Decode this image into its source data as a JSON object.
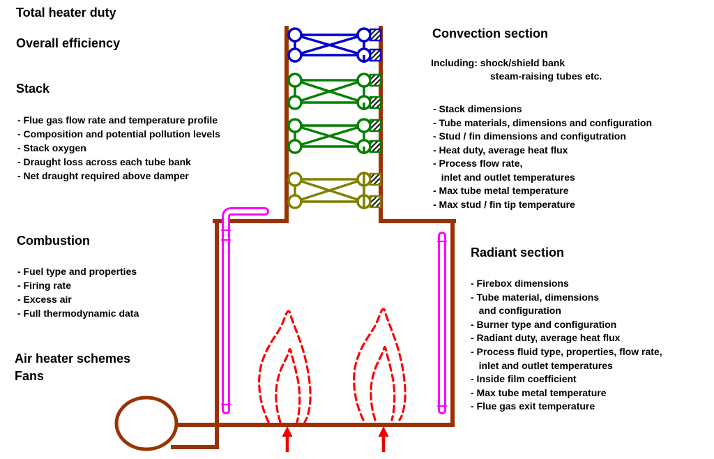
{
  "diagram": {
    "colors": {
      "structure": "#993305",
      "tube": "#FF00FF",
      "flame": "#FF0000",
      "arrow": "#EE0000",
      "text": "#000000"
    },
    "tube_banks": [
      {
        "name": "shock-shield-bank",
        "color": "#0000CC"
      },
      {
        "name": "convection-bank-1",
        "color": "#008000"
      },
      {
        "name": "convection-bank-2",
        "color": "#008000"
      },
      {
        "name": "steam-raising-bank",
        "color": "#7F7F00"
      }
    ]
  },
  "left_column": {
    "total_heater_duty": "Total heater duty",
    "overall_efficiency": "Overall efficiency",
    "stack": {
      "heading": "Stack",
      "items": [
        "- Flue gas flow rate and temperature profile",
        "- Composition and potential pollution levels",
        "- Stack oxygen",
        "- Draught loss across each tube bank",
        "- Net draught required above damper"
      ]
    },
    "combustion": {
      "heading": "Combustion",
      "items": [
        "- Fuel type and properties",
        "- Firing rate",
        "- Excess air",
        "- Full thermodynamic data"
      ]
    },
    "air_fans": {
      "lines": [
        "Air heater schemes",
        "Fans"
      ]
    }
  },
  "right_column": {
    "convection": {
      "heading": "Convection section",
      "including_line1": "Including: shock/shield bank",
      "including_line2": "steam-raising tubes etc.",
      "items": [
        "- Stack dimensions",
        "- Tube materials, dimensions and configuration",
        "- Stud / fin dimensions and configutration",
        "- Heat duty, average heat flux",
        "- Process flow rate,",
        "   inlet and outlet temperatures",
        "- Max tube metal temperature",
        "- Max stud / fin tip temperature"
      ]
    },
    "radiant": {
      "heading": "Radiant section",
      "items": [
        "- Firebox dimensions",
        "- Tube material, dimensions",
        "   and configuration",
        "- Burner type and configuration",
        "- Radiant duty, average heat flux",
        "- Process fluid type, properties, flow rate,",
        "   inlet and outlet temperatures",
        "- Inside film coefficient",
        "- Max tube metal temperature",
        "- Flue gas exit temperature"
      ]
    }
  }
}
